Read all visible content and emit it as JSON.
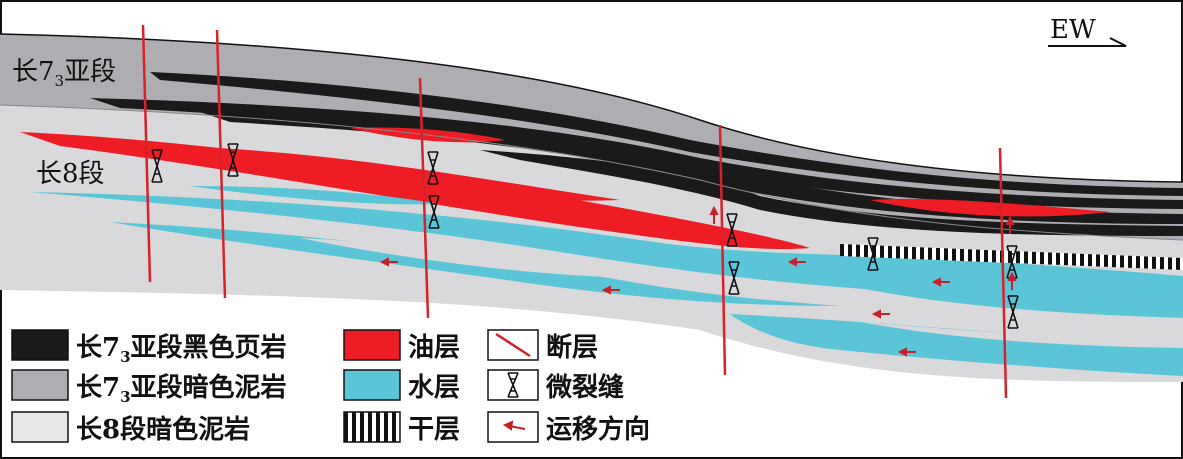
{
  "direction": {
    "label": "EW"
  },
  "units": {
    "chang73": {
      "prefix": "长7",
      "sub": "3",
      "suffix": "亚段"
    },
    "chang8": {
      "label": "长8段"
    }
  },
  "legend": {
    "black_shale": {
      "prefix": "长7",
      "sub": "3",
      "suffix": "亚段黑色页岩"
    },
    "dark_mudstone_73": {
      "prefix": "长7",
      "sub": "3",
      "suffix": "亚段暗色泥岩"
    },
    "dark_mudstone_8": {
      "label": "长8段暗色泥岩"
    },
    "oil_layer": {
      "label": "油层"
    },
    "water_layer": {
      "label": "水层"
    },
    "dry_layer": {
      "label": "干层"
    },
    "fault": {
      "label": "断层"
    },
    "microfracture": {
      "label": "微裂缝"
    },
    "migration": {
      "label": "运移方向"
    }
  },
  "colors": {
    "black_shale": "#1a1a1a",
    "mudstone_73": "#aeaeb2",
    "mudstone_8": "#d9d9db",
    "oil": "#ee1c24",
    "water": "#5bc5d8",
    "fault": "#d7222a",
    "arrow": "#c8202a"
  }
}
